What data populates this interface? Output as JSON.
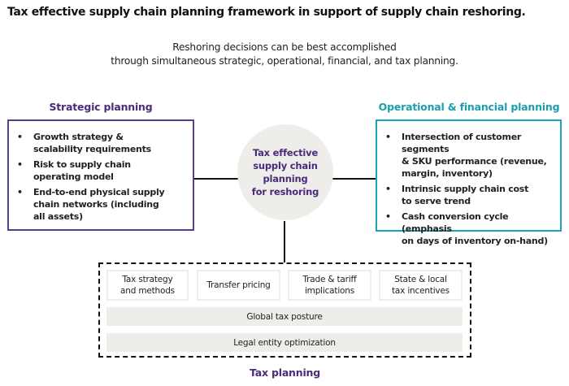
{
  "title": "Tax effective supply chain planning framework in support of supply chain reshoring.",
  "subtitle": {
    "line1": "Reshoring decisions can be best accomplished",
    "line2": "through simultaneous strategic, operational, financial, and tax planning."
  },
  "colors": {
    "strategic": "#5a3e8c",
    "operational": "#1aa6b4",
    "circle_fill": "#eeede9",
    "tile_fill": "#eeede9",
    "text_purple": "#4b2b7a"
  },
  "strategic": {
    "heading": "Strategic planning",
    "bullet_glyph": "•",
    "items": [
      {
        "line1": "Growth strategy &",
        "line2": "scalability requirements",
        "line3": ""
      },
      {
        "line1": "Risk to supply chain",
        "line2": "operating model",
        "line3": ""
      },
      {
        "line1": "End-to-end physical supply",
        "line2": "chain networks (including",
        "line3": "all assets)"
      }
    ]
  },
  "operational": {
    "heading": "Operational & financial planning",
    "bullet_glyph": "•",
    "items": [
      {
        "line1": "Intersection of customer segments",
        "line2": "& SKU performance (revenue,",
        "line3": "margin, inventory)"
      },
      {
        "line1": "Intrinsic supply chain cost",
        "line2": "to serve trend",
        "line3": ""
      },
      {
        "line1": "Cash conversion cycle (emphasis",
        "line2": "on days of inventory on-hand)",
        "line3": ""
      }
    ]
  },
  "center": {
    "line1": "Tax effective",
    "line2": "supply chain",
    "line3": "planning",
    "line4": "for reshoring"
  },
  "tax": {
    "heading": "Tax planning",
    "tiles": [
      {
        "line1": "Tax strategy",
        "line2": "and methods"
      },
      {
        "line1": "Transfer pricing",
        "line2": ""
      },
      {
        "line1": "Trade & tariff",
        "line2": "implications"
      },
      {
        "line1": "State & local",
        "line2": "tax incentives"
      }
    ],
    "bars": [
      "Global tax posture",
      "Legal entity optimization"
    ]
  }
}
